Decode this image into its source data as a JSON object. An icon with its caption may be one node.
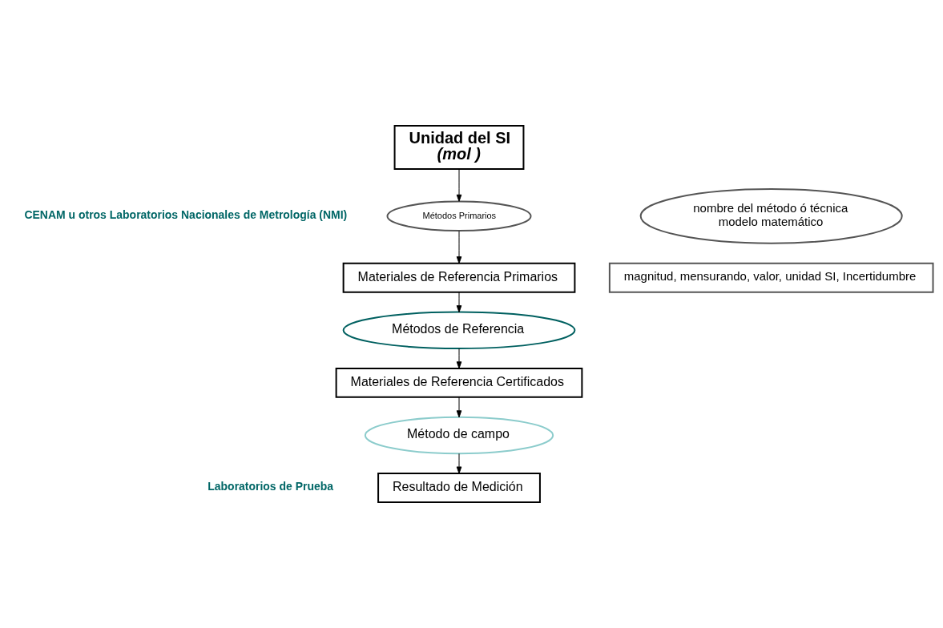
{
  "diagram": {
    "nodes": [
      {
        "text": [
          "Unidad del SI",
          "(mol )"
        ]
      },
      {
        "text": [
          "Métodos Primarios"
        ]
      },
      {
        "text": [
          "Materiales de Referencia Primarios"
        ]
      },
      {
        "text": [
          "Métodos de Referencia"
        ]
      },
      {
        "text": [
          "Materiales de Referencia Certificados"
        ]
      },
      {
        "text": [
          "Método de campo"
        ]
      },
      {
        "text": [
          "Resultado de Medición"
        ]
      },
      {
        "text": [
          "nombre del método ó técnica",
          "modelo matemático"
        ]
      },
      {
        "text": [
          "magnitud, mensurando, valor, unidad SI, Incertidumbre"
        ]
      }
    ],
    "edges": [
      {
        "from": 0,
        "to": 1,
        "arrow": "to"
      },
      {
        "from": 1,
        "to": 2,
        "arrow": "to"
      },
      {
        "from": 2,
        "to": 3,
        "arrow": "to"
      },
      {
        "from": 3,
        "to": 4,
        "arrow": "to"
      },
      {
        "from": 4,
        "to": 5,
        "arrow": "to"
      },
      {
        "from": 5,
        "to": 6,
        "arrow": "to"
      }
    ],
    "labels": [
      "CENAM u otros Laboratorios Nacionales de Metrología (NMI)",
      "Laboratorios de Prueba"
    ]
  }
}
